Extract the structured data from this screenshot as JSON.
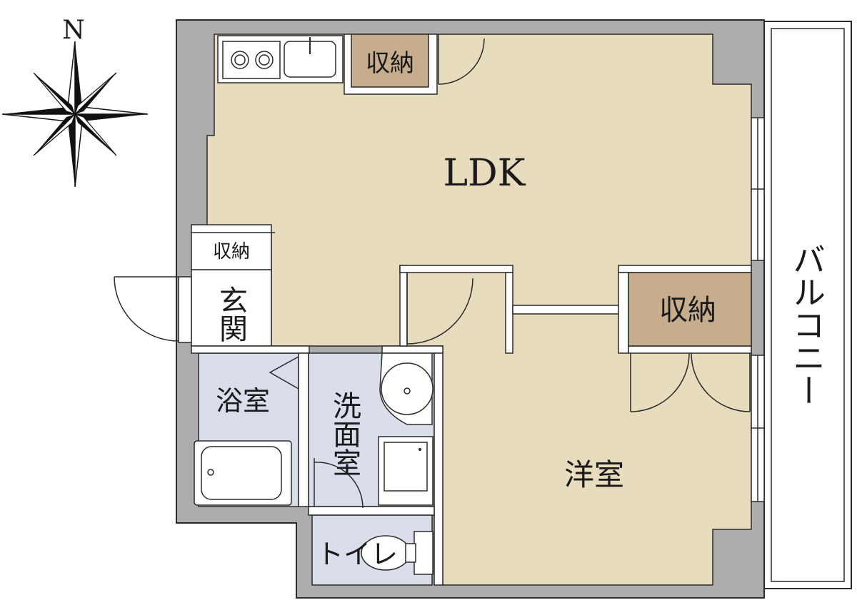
{
  "compass": {
    "north_label": "N"
  },
  "rooms": {
    "ldk": "LDK",
    "western_room": "洋室",
    "kitchen_storage": "収納",
    "entrance_storage": "収納",
    "bedroom_storage": "収納",
    "entrance": "玄関",
    "bathroom": "浴室",
    "washroom": "洗面室",
    "toilet": "トイレ",
    "balcony": "バルコニー"
  },
  "colors": {
    "wall": "#adadad",
    "floor": "#e7dcbe",
    "wet_area": "#dadeea",
    "storage": "#c6ad8d",
    "outline": "#2a2a2a"
  }
}
